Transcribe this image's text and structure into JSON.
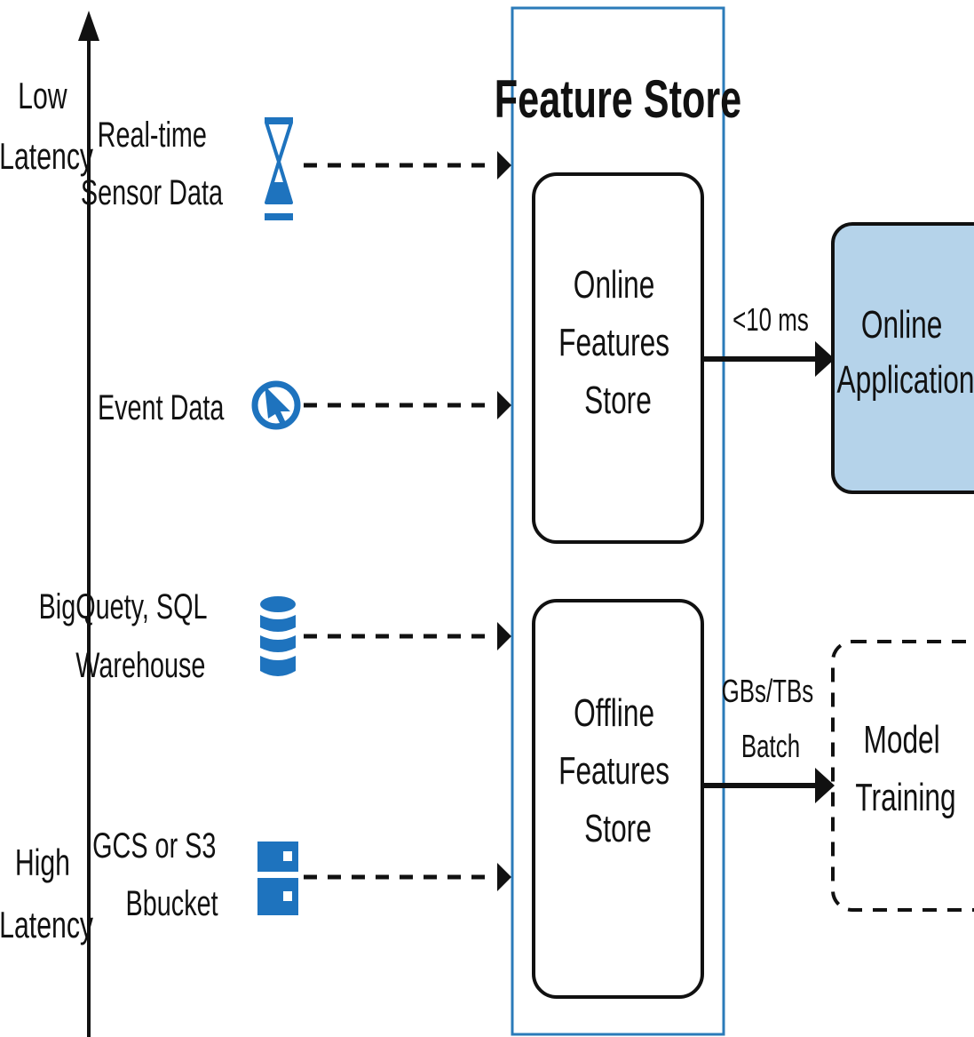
{
  "axis": {
    "top_label": [
      "Low",
      "Latency"
    ],
    "bottom_label": [
      "High",
      "Latency"
    ]
  },
  "sources": [
    {
      "lines": [
        "Real-time",
        "Sensor Data"
      ],
      "icon": "hourglass-icon"
    },
    {
      "lines": [
        "Event Data"
      ],
      "icon": "cursor-icon"
    },
    {
      "lines": [
        "BigQuety, SQL",
        "Warehouse"
      ],
      "icon": "database-icon"
    },
    {
      "lines": [
        "GCS or S3",
        "Bbucket"
      ],
      "icon": "server-icon"
    }
  ],
  "feature_store": {
    "title": "Feature Store",
    "online": [
      "Online",
      "Features",
      "Store"
    ],
    "offline": [
      "Offline",
      "Features",
      "Store"
    ]
  },
  "edges": {
    "online": [
      "<10 ms"
    ],
    "offline": [
      "GBs/TBs",
      "Batch"
    ]
  },
  "targets": {
    "online_app": [
      "Online",
      "Application"
    ],
    "model_training": [
      "Model",
      "Training"
    ]
  },
  "colors": {
    "icon_blue": "#1e73be",
    "feature_store_border": "#2b7bb9",
    "online_app_fill": "#b5d3ea",
    "stroke": "#111111"
  }
}
